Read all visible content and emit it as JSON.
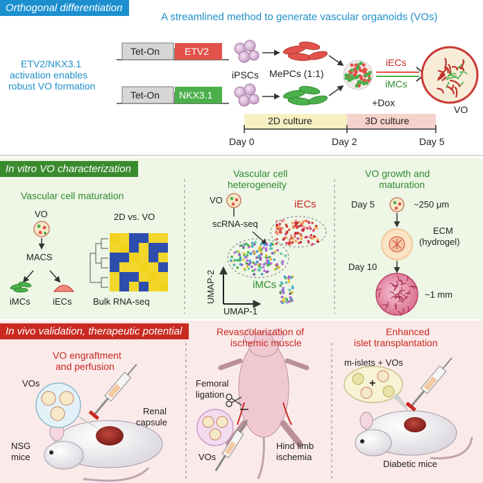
{
  "top": {
    "header": "Orthogonal differentiation",
    "title": "A streamlined method to generate vascular organoids (VOs)",
    "side_text": [
      "ETV2/NKX3.1",
      "activation enables",
      "robust VO formation"
    ],
    "tet_on": "Tet-On",
    "genes": [
      "ETV2",
      "NKX3.1"
    ],
    "cells": [
      "iPSCs",
      "MePCs (1:1)",
      "iECs",
      "iMCs",
      "+Dox",
      "VO"
    ],
    "stages": [
      "2D culture",
      "3D culture"
    ],
    "days": [
      "Day 0",
      "Day 2",
      "Day 5"
    ]
  },
  "middle": {
    "header": "In vitro VO characterization",
    "maturation": {
      "title": "Vascular cell maturation",
      "vo": "VO",
      "macs": "MACS",
      "imcs": "iMCs",
      "iecs": "iECs",
      "heatmap_title": "2D vs. VO",
      "heatmap_caption": "Bulk RNA-seq"
    },
    "heterogeneity": {
      "title": [
        "Vascular cell",
        "heterogeneity"
      ],
      "vo": "VO",
      "method": "scRNA-seq",
      "iecs": "iECs",
      "imcs": "iMCs",
      "axis_y": "UMAP-2",
      "axis_x": "UMAP-1"
    },
    "growth": {
      "title": [
        "VO growth and",
        "maturation"
      ],
      "day5": "Day 5",
      "size5": "~250 μm",
      "ecm": [
        "ECM",
        "(hydrogel)"
      ],
      "day10": "Day 10",
      "size10": "~1 mm"
    }
  },
  "bottom": {
    "header": "In vivo validation, therapeutic potential",
    "engraftment": {
      "title": [
        "VO engraftment",
        "and perfusion"
      ],
      "vos": "VOs",
      "site": [
        "Renal",
        "capsule"
      ],
      "mice": [
        "NSG",
        "mice"
      ]
    },
    "revascularization": {
      "title": [
        "Revascularization of",
        "ischemic muscle"
      ],
      "ligation": [
        "Femoral",
        "ligation"
      ],
      "vos": "VOs",
      "ischemia": [
        "Hind limb",
        "ischemia"
      ]
    },
    "islet": {
      "title": [
        "Enhanced",
        "islet transplantation"
      ],
      "cargo": "m-islets + VOs",
      "plus": "+",
      "mice": "Diabetic mice"
    }
  },
  "colors": {
    "top_band": "#1c8fcf",
    "top_bg": "#e8f4fb",
    "middle_band": "#3a8a2e",
    "middle_bg": "#eef6e6",
    "bottom_band": "#c92a21",
    "bottom_bg": "#fbeaea",
    "blue_text": "#1f8fc9",
    "green_text": "#2e8b2e",
    "red_text": "#c8281f",
    "etv2": "#e2524a",
    "nkx": "#4bb04b",
    "culture2d": "#f7f0c2",
    "culture3d": "#f6d2cc"
  }
}
